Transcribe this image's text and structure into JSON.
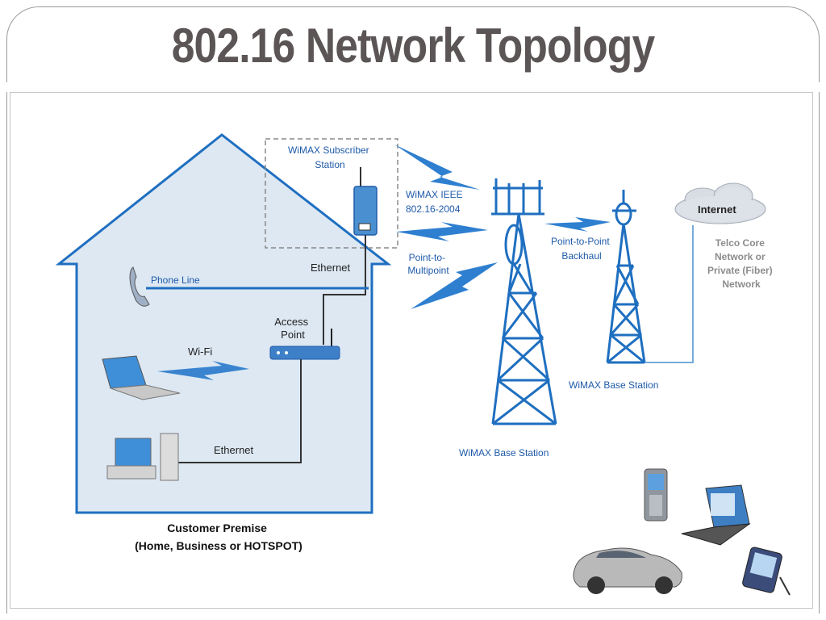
{
  "title": "802.16 Network Topology",
  "diagram": {
    "subscriber_station": [
      "WiMAX Subscriber",
      "Station"
    ],
    "ieee": [
      "WiMAX IEEE",
      "802.16-2004"
    ],
    "p2mp": [
      "Point-to-",
      "Multipoint"
    ],
    "backhaul": [
      "Point-to-Point",
      "Backhaul"
    ],
    "internet": "Internet",
    "telco": [
      "Telco Core",
      "Network or",
      "Private (Fiber)",
      "Network"
    ],
    "ethernet_top": "Ethernet",
    "phone_line": "Phone Line",
    "access_point": [
      "Access",
      "Point"
    ],
    "wifi": "Wi-Fi",
    "ethernet_bottom": "Ethernet",
    "base_station_left": "WiMAX Base Station",
    "base_station_right": "WiMAX Base Station",
    "customer_premise": [
      "Customer Premise",
      "(Home, Business or HOTSPOT)"
    ]
  },
  "colors": {
    "accent": "#1f6fc0",
    "house_fill": "#dde8f3",
    "title": "#5b5556"
  }
}
